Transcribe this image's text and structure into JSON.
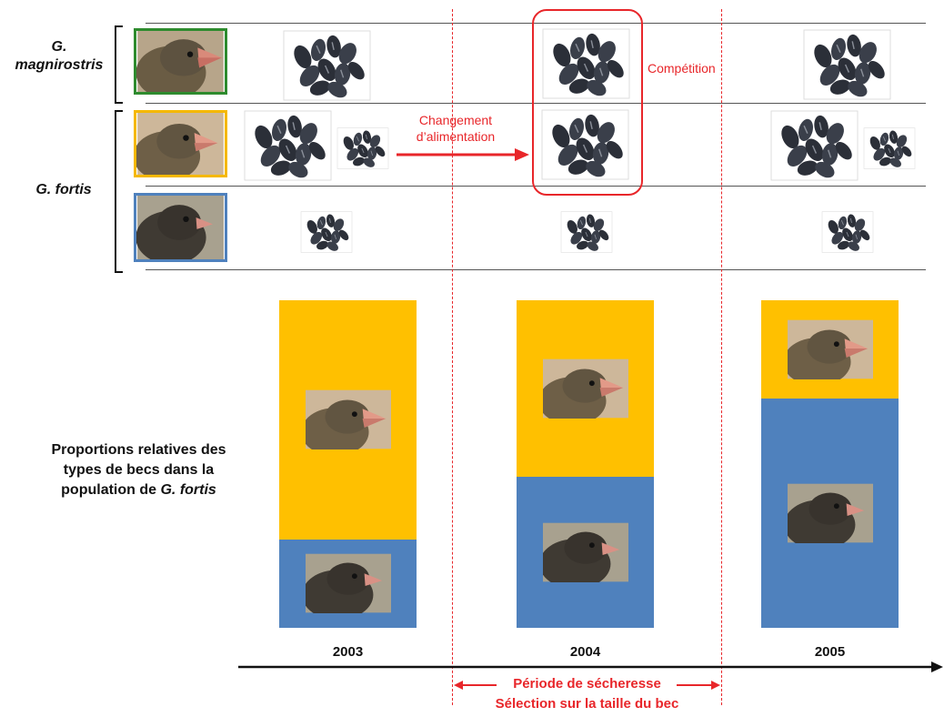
{
  "species": {
    "magnirostris_line1": "G.",
    "magnirostris_line2": "magnirostris",
    "fortis": "G. fortis"
  },
  "annotations": {
    "diet_change_line1": "Changement",
    "diet_change_line2": "d’alimentation",
    "competition": "Compétition"
  },
  "caption": {
    "line1": "Proportions relatives des",
    "line2": "types de becs dans la",
    "line3_prefix": "population de ",
    "line3_italic": "G. fortis"
  },
  "years": [
    "2003",
    "2004",
    "2005"
  ],
  "drought": {
    "line1": "Période de sécheresse",
    "line2": "Sélection sur la taille du bec"
  },
  "chart_data": {
    "type": "bar",
    "stacked": true,
    "categories": [
      "2003",
      "2004",
      "2005"
    ],
    "series": [
      {
        "values": [
          0.27,
          0.46,
          0.7
        ],
        "color": "#4f81bd",
        "beak": "small"
      },
      {
        "values": [
          0.73,
          0.54,
          0.3
        ],
        "color": "#ffc000",
        "beak": "large"
      }
    ]
  },
  "colors": {
    "large_seed_frame": "#2e8b2e",
    "medium_frame": "#f5b800",
    "small_frame": "#4f81bd",
    "accent": "#e8262a"
  }
}
